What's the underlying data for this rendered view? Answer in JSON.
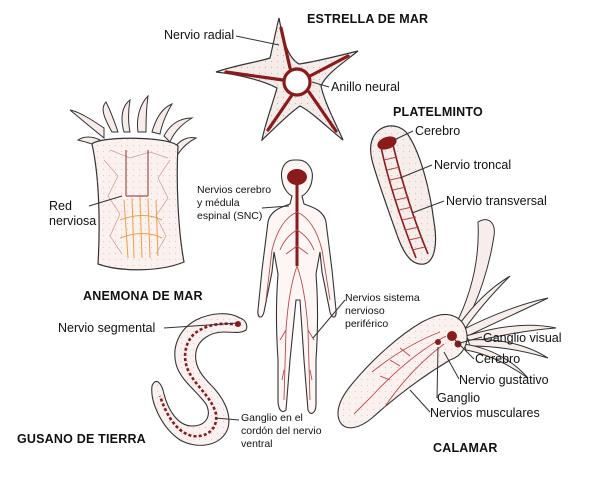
{
  "organisms": {
    "starfish": {
      "title": "ESTRELLA DE MAR",
      "labels": {
        "radial_nerve": "Nervio radial",
        "nerve_ring": "Anillo neural"
      }
    },
    "flatworm": {
      "title": "PLATELMINTO",
      "labels": {
        "brain": "Cerebro",
        "trunk_nerve": "Nervio troncal",
        "transverse_nerve": "Nervio transversal"
      }
    },
    "anemone": {
      "title": "ANEMONA DE MAR",
      "labels": {
        "nerve_net_1": "Red",
        "nerve_net_2": "nerviosa"
      }
    },
    "human": {
      "labels": {
        "cns_1": "Nervios cerebro",
        "cns_2": "y médula",
        "cns_3": "espinal (SNC)",
        "pns_1": "Nervios sistema",
        "pns_2": "nervioso",
        "pns_3": "periférico"
      }
    },
    "earthworm": {
      "title": "GUSANO DE TIERRA",
      "labels": {
        "segmental_nerve": "Nervio segmental",
        "ganglion_1": "Ganglio en el",
        "ganglion_2": "cordón del nervio",
        "ganglion_3": "ventral"
      }
    },
    "squid": {
      "title": "CALAMAR",
      "labels": {
        "visual_ganglion": "Ganglio visual",
        "brain": "Cerebro",
        "gustatory_nerve": "Nervio gustativo",
        "ganglion": "Ganglio",
        "muscle_nerves": "Nervios musculares"
      }
    }
  },
  "colors": {
    "nerve": "#8b1a1a",
    "outline": "#333333",
    "body_fill": "#fbf3f1",
    "anemone_net": "#e8a24a"
  }
}
